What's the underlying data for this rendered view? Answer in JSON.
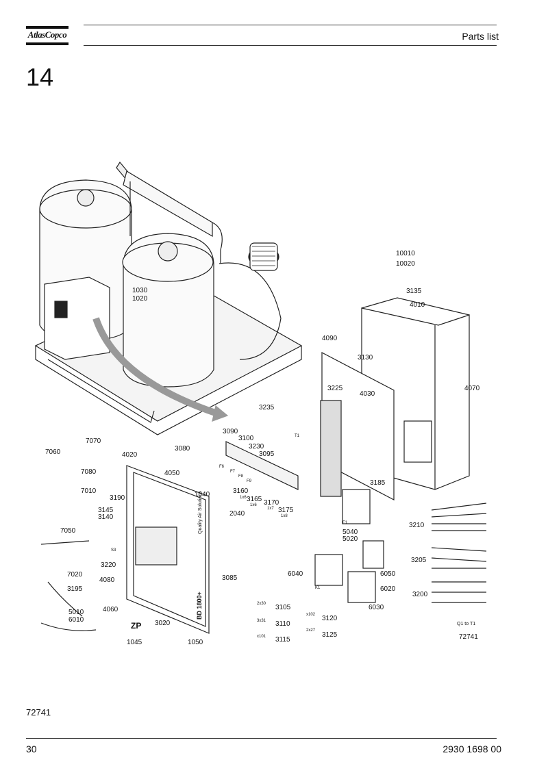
{
  "header": {
    "logo_text": "AtlasCopco",
    "section_title": "Parts list"
  },
  "chapter_number": "14",
  "figure": {
    "callouts": [
      "10010",
      "10020",
      "3135",
      "4010",
      "4090",
      "3130",
      "4070",
      "3225",
      "4030",
      "3235",
      "3090",
      "3100",
      "3230",
      "3095",
      "3160",
      "3165",
      "3170",
      "3175",
      "3185",
      "7060",
      "7070",
      "7080",
      "3080",
      "4020",
      "4050",
      "1040",
      "7010",
      "3190",
      "3145",
      "3140",
      "7050",
      "2040",
      "5040",
      "5020",
      "3220",
      "7020",
      "4080",
      "4060",
      "3085",
      "6040",
      "6050",
      "6020",
      "3195",
      "3105",
      "6030",
      "5010",
      "6010",
      "3110",
      "3120",
      "3115",
      "3125",
      "1045",
      "1050",
      "3020",
      "3210",
      "3205",
      "3200",
      "1030",
      "1020"
    ],
    "small_labels": [
      "T1",
      "F6",
      "F7",
      "F8",
      "F9",
      "1x6",
      "1x6",
      "1x7",
      "1x8",
      "F1",
      "S3",
      "K1",
      "2x30",
      "3x31",
      "x101",
      "x102",
      "2x27",
      "Q1 to T1",
      "ZP",
      "BD 1800+",
      "Quality Air Solutions"
    ],
    "inset_ref": "72741"
  },
  "figure_reference": "72741",
  "footer": {
    "page_number": "30",
    "document_number": "2930 1698 00"
  }
}
